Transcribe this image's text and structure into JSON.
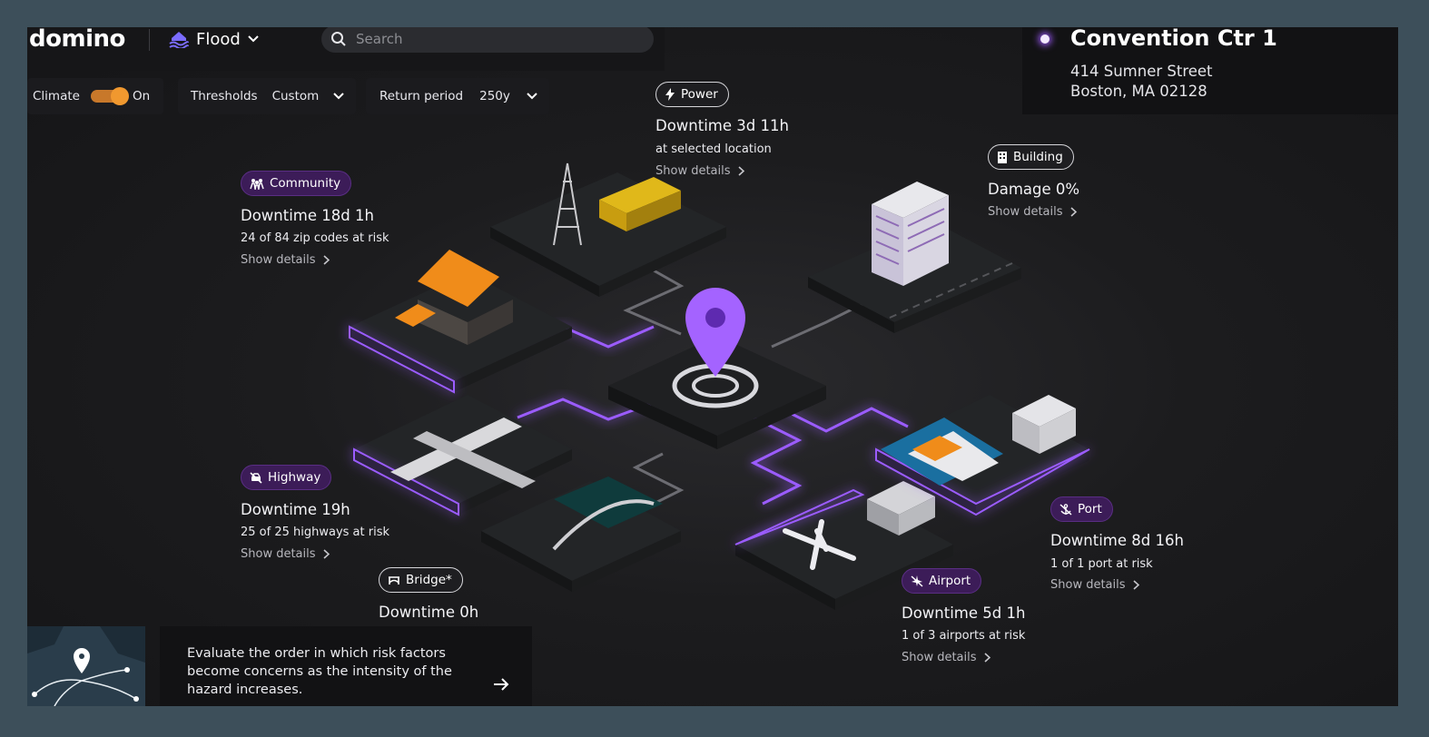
{
  "header": {
    "logo": "domino",
    "hazard": "Flood",
    "search_placeholder": "Search"
  },
  "controls": {
    "climate_label": "Climate",
    "climate_state": "On",
    "thresholds_label": "Thresholds",
    "thresholds_value": "Custom",
    "return_period_label": "Return period",
    "return_period_value": "250y"
  },
  "location": {
    "name": "Convention Ctr 1",
    "address_line1": "414 Sumner Street",
    "address_line2": "Boston, MA 02128"
  },
  "factors": {
    "power": {
      "badge": "Power",
      "title": "Downtime 3d 11h",
      "subtitle": "at selected location",
      "link": "Show details"
    },
    "building": {
      "badge": "Building",
      "title": "Damage 0%",
      "link": "Show details"
    },
    "community": {
      "badge": "Community",
      "title": "Downtime 18d 1h",
      "subtitle": "24 of 84 zip codes at risk",
      "link": "Show details"
    },
    "highway": {
      "badge": "Highway",
      "title": "Downtime 19h",
      "subtitle": "25 of 25 highways at risk",
      "link": "Show details"
    },
    "bridge": {
      "badge": "Bridge*",
      "title": "Downtime 0h"
    },
    "port": {
      "badge": "Port",
      "title": "Downtime 8d 16h",
      "subtitle": "1 of 1 port at risk",
      "link": "Show details"
    },
    "airport": {
      "badge": "Airport",
      "title": "Downtime 5d 1h",
      "subtitle": "1 of 3 airports at risk",
      "link": "Show details"
    }
  },
  "bottom_card": {
    "text": "Evaluate the order in which risk factors become concerns as the intensity of the hazard increases."
  },
  "colors": {
    "accent_purple": "#9b5cff",
    "toggle_orange": "#f0982f",
    "badge_purple_bg": "#3c1c58"
  }
}
